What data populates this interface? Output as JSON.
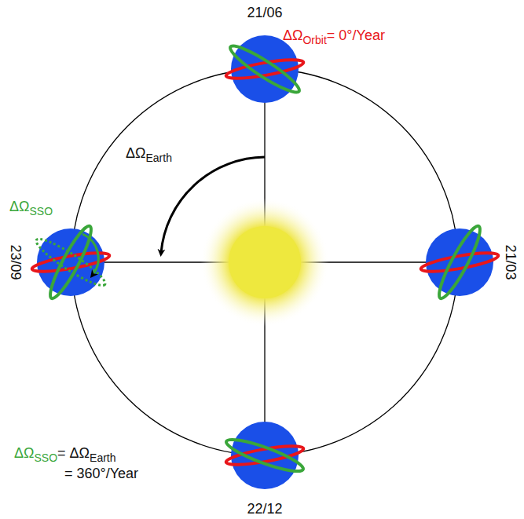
{
  "diagram": {
    "labels": [
      "21/06",
      "ΔΩ",
      "Orbit",
      "= 0°/Year",
      "ΔΩ",
      "Earth",
      "ΔΩ",
      "SSO",
      "23/09",
      "21/03",
      "22/12",
      "ΔΩ",
      "SSO",
      "= ΔΩ",
      "Earth",
      "= 360°/Year"
    ]
  }
}
